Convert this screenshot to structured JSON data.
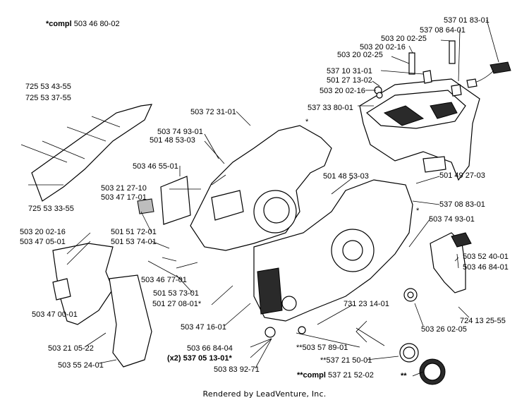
{
  "header": {
    "compl_prefix": "*compl",
    "compl_number": "503 46 80-02"
  },
  "labels": [
    {
      "id": "l01",
      "text": "537 01 83-01"
    },
    {
      "id": "l02",
      "text": "537 08 64-01"
    },
    {
      "id": "l03",
      "text": "503 20 02-25"
    },
    {
      "id": "l04",
      "text": "503 20 02-16"
    },
    {
      "id": "l05",
      "text": "503 20 02-25"
    },
    {
      "id": "l06",
      "text": "537 10 31-01"
    },
    {
      "id": "l07",
      "text": "501 27 13-02"
    },
    {
      "id": "l08",
      "text": "503 20 02-16"
    },
    {
      "id": "l09",
      "text": "537 33 80-01"
    },
    {
      "id": "l10",
      "text": "725 53 43-55"
    },
    {
      "id": "l11",
      "text": "725 53 37-55"
    },
    {
      "id": "l12",
      "text": "503 72 31-01"
    },
    {
      "id": "l13",
      "text": "503 74 93-01"
    },
    {
      "id": "l14",
      "text": "501 48 53-03"
    },
    {
      "id": "l15",
      "text": "503 46 55-01"
    },
    {
      "id": "l16",
      "text": "501 48 53-03"
    },
    {
      "id": "l17",
      "text": "503 21 27-10"
    },
    {
      "id": "l18",
      "text": "503 47 17-01"
    },
    {
      "id": "l19",
      "text": "501 49 27-03"
    },
    {
      "id": "l20",
      "text": "537 08 83-01"
    },
    {
      "id": "l21",
      "text": "725 53 33-55"
    },
    {
      "id": "l22",
      "text": "503 20 02-16"
    },
    {
      "id": "l23",
      "text": "501 51 72-01"
    },
    {
      "id": "l24",
      "text": "503 47 05-01"
    },
    {
      "id": "l25",
      "text": "501 53 74-01"
    },
    {
      "id": "l26",
      "text": "503 74 93-01"
    },
    {
      "id": "l27",
      "text": "503 52 40-01"
    },
    {
      "id": "l28",
      "text": "503 46 84-01"
    },
    {
      "id": "l29",
      "text": "503 46 77-01"
    },
    {
      "id": "l30",
      "text": "501 53 73-01"
    },
    {
      "id": "l31",
      "text": "503 47 00-01"
    },
    {
      "id": "l32",
      "text": "501 27 08-01*"
    },
    {
      "id": "l33",
      "text": "731 23 14-01"
    },
    {
      "id": "l34",
      "text": "724 13 25-55"
    },
    {
      "id": "l35",
      "text": "503 47 16-01"
    },
    {
      "id": "l36",
      "text": "503 26 02-05"
    },
    {
      "id": "l37",
      "text": "503 21 05-22"
    },
    {
      "id": "l38",
      "text": "503 66 84-04"
    },
    {
      "id": "l39",
      "text": "**503 57 89-01"
    },
    {
      "id": "l40",
      "text": "(x2) 537 05 13-01*"
    },
    {
      "id": "l41",
      "text": "**537 21 50-01"
    },
    {
      "id": "l42",
      "text": "503 55 24-01"
    },
    {
      "id": "l43",
      "text": "503 83 92-71"
    },
    {
      "id": "l44a",
      "text": "**compl"
    },
    {
      "id": "l44b",
      "text": "537 21 52-02"
    },
    {
      "id": "l45",
      "text": "**"
    }
  ],
  "markers": {
    "star": "*"
  },
  "footer": {
    "text": "Rendered by LeadVenture, Inc."
  }
}
